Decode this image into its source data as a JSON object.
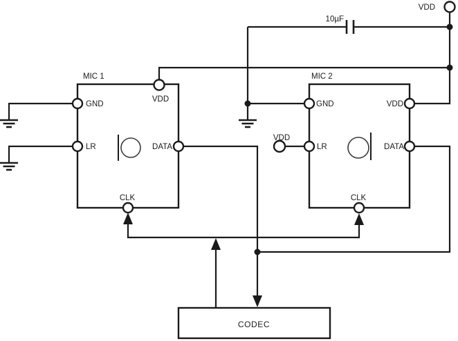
{
  "colors": {
    "line": "#1a1a1a",
    "background": "#ffffff"
  },
  "power": {
    "vdd_top_label": "VDD",
    "vdd_lr_label": "VDD"
  },
  "capacitor": {
    "value": "10µF"
  },
  "mic1": {
    "title": "MIC 1",
    "pin_vdd": "VDD",
    "pin_gnd": "GND",
    "pin_lr": "LR",
    "pin_data": "DATA",
    "pin_clk": "CLK"
  },
  "mic2": {
    "title": "MIC 2",
    "pin_vdd": "VDD",
    "pin_gnd": "GND",
    "pin_lr": "LR",
    "pin_data": "DATA",
    "pin_clk": "CLK"
  },
  "codec": {
    "label": "CODEC"
  }
}
